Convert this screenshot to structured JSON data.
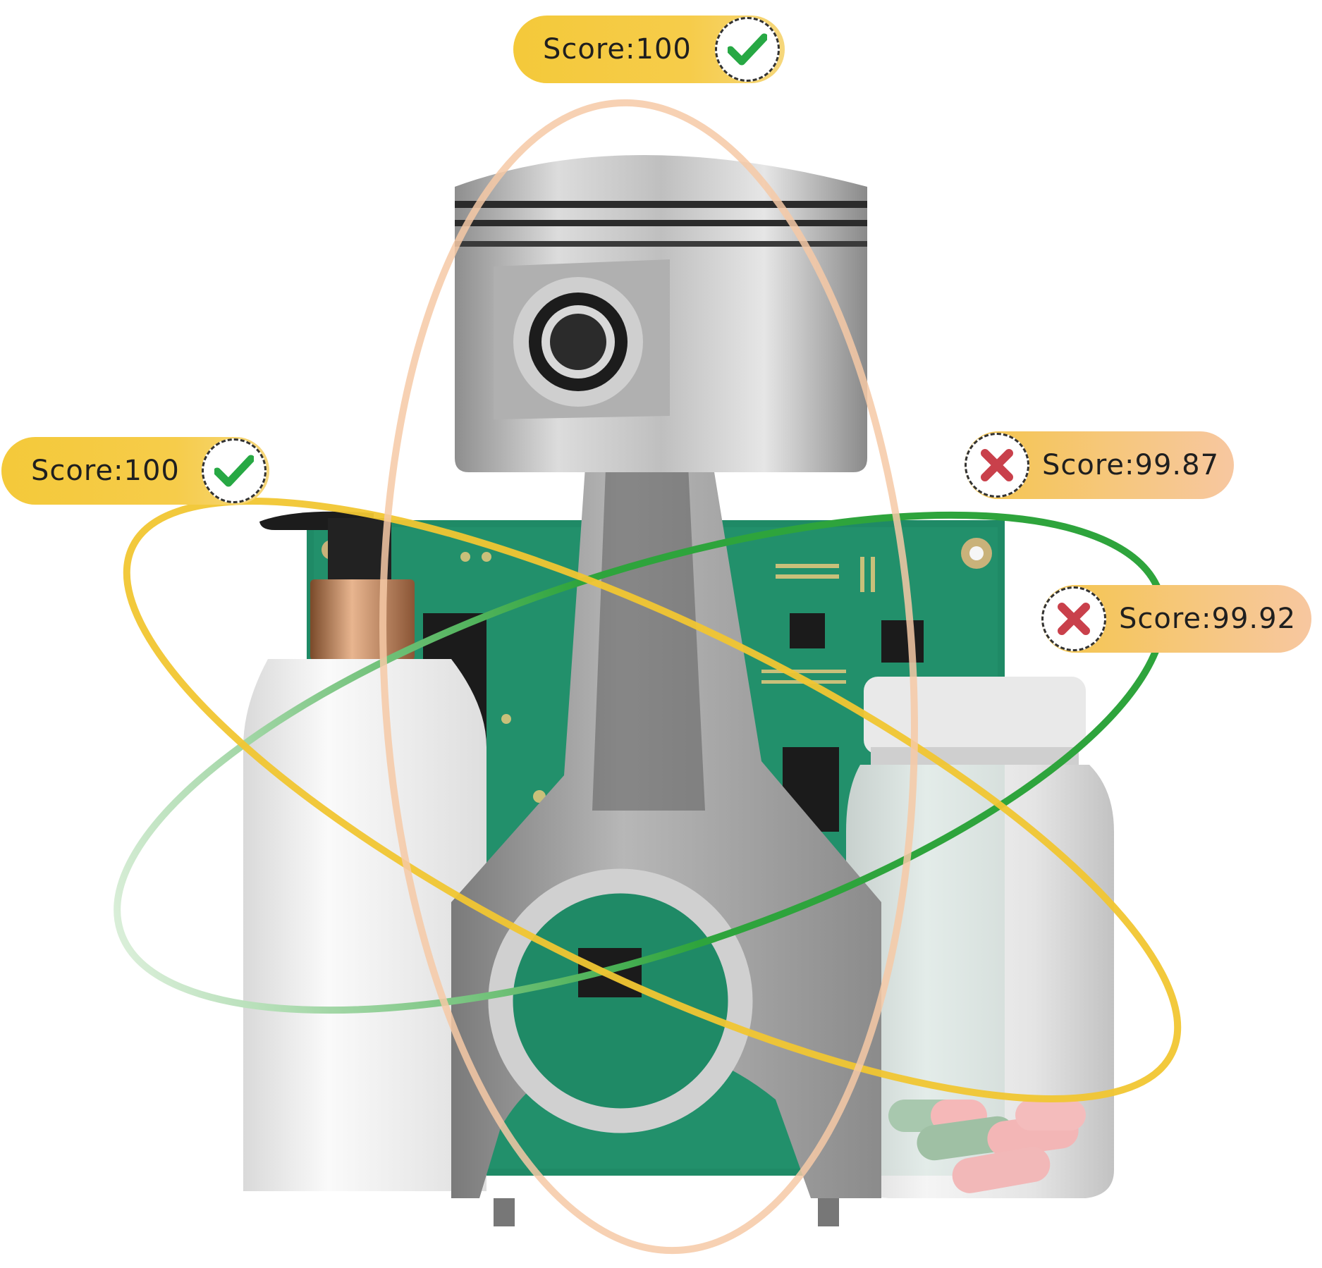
{
  "badges": [
    {
      "id": "top",
      "prefix": "Score",
      "sep": ":",
      "value": "100",
      "status": "pass",
      "icon": "check-icon"
    },
    {
      "id": "left",
      "prefix": "Score",
      "sep": ":",
      "value": "100",
      "status": "pass",
      "icon": "check-icon"
    },
    {
      "id": "right-upper",
      "prefix": "Score",
      "sep": ":",
      "value": "99.87",
      "status": "fail",
      "icon": "cross-icon"
    },
    {
      "id": "right-lower",
      "prefix": "Score",
      "sep": ":",
      "value": "99.92",
      "status": "fail",
      "icon": "cross-icon"
    }
  ],
  "colors": {
    "pass_check": "#27a844",
    "fail_cross": "#c9404b",
    "badge_yellow": "#f4c93a",
    "badge_peach": "#f7c7a0",
    "orbit_green": "#2ea43c",
    "orbit_yellow": "#f1c632",
    "orbit_peach": "#f6c9a6",
    "pcb_green": "#1f8a66"
  }
}
